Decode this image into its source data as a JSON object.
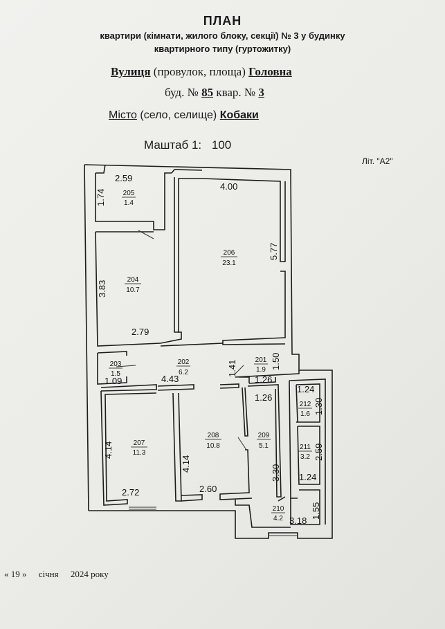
{
  "header": {
    "title": "ПЛАН",
    "subtitle1": "квартири (кімнати, жилого блоку, секції) № 3 у будинку",
    "subtitle2": "квартирного типу (гуртожитку)"
  },
  "address": {
    "street_label": "Вулиця",
    "street_hint": "(провулок, площа)",
    "street_value": "Головна",
    "building_label": "буд. №",
    "building_value": "85",
    "apt_label": "квар. №",
    "apt_value": "3",
    "city_label": "Місто",
    "city_hint": "(село, селище)",
    "city_value": "Кобаки"
  },
  "scale": {
    "label": "Маштаб 1:",
    "value": "100"
  },
  "lit": "Літ. \"А2\"",
  "rooms": [
    {
      "id": "205",
      "area": "1.4"
    },
    {
      "id": "206",
      "area": "23.1"
    },
    {
      "id": "204",
      "area": "10.7"
    },
    {
      "id": "203",
      "area": "1.5"
    },
    {
      "id": "202",
      "area": "6.2"
    },
    {
      "id": "201",
      "area": "1.9"
    },
    {
      "id": "207",
      "area": "11.3"
    },
    {
      "id": "208",
      "area": "10.8"
    },
    {
      "id": "209",
      "area": "5.1"
    },
    {
      "id": "212",
      "area": "1.6"
    },
    {
      "id": "211",
      "area": "3.2"
    },
    {
      "id": "210",
      "area": "4.2"
    }
  ],
  "dims": {
    "d259": "2.59",
    "d174": "1.74",
    "d400": "4.00",
    "d577": "5.77",
    "d383": "3.83",
    "d279": "2.79",
    "d141": "1.41",
    "d150": "1.50",
    "d109": "1.09",
    "d443": "4.43",
    "d126a": "1.26",
    "d126b": "1.26",
    "d124a": "1.24",
    "d130": "1.30",
    "d414a": "4.14",
    "d414b": "4.14",
    "d259b": "2.59",
    "d330": "3.30",
    "d124b": "1.24",
    "d272": "2.72",
    "d260": "2.60",
    "d155": "1.55",
    "d318": "3.18"
  },
  "footer": {
    "day": "« 19 »",
    "month": "січня",
    "year": "2024 року"
  }
}
